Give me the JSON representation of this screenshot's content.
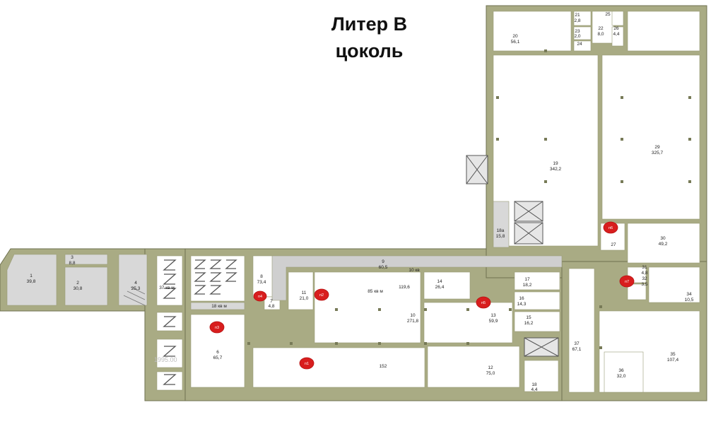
{
  "title": {
    "line1": "Литер В",
    "line2": "цоколь"
  },
  "rooms": [
    {
      "id": "r1",
      "num": "1",
      "area": "39,8"
    },
    {
      "id": "r2",
      "num": "2",
      "area": "30,8"
    },
    {
      "id": "r3",
      "num": "3",
      "area": "8,8"
    },
    {
      "id": "r4",
      "num": "4",
      "area": "25,3"
    },
    {
      "id": "r6",
      "num": "6",
      "area": "65,7"
    },
    {
      "id": "r7",
      "num": "7",
      "area": "4,8"
    },
    {
      "id": "r8",
      "num": "8",
      "area": "73,4"
    },
    {
      "id": "r9",
      "num": "9",
      "area": "60,5"
    },
    {
      "id": "r10",
      "num": "10",
      "area": "271,8"
    },
    {
      "id": "r11",
      "num": "11",
      "area": "21,0"
    },
    {
      "id": "r12",
      "num": "12",
      "area": "75,0"
    },
    {
      "id": "r13",
      "num": "13",
      "area": "59,9"
    },
    {
      "id": "r14",
      "num": "14",
      "area": "26,4"
    },
    {
      "id": "r15",
      "num": "15",
      "area": "16,2"
    },
    {
      "id": "r16",
      "num": "16",
      "area": "14,3"
    },
    {
      "id": "r17",
      "num": "17",
      "area": "18,2"
    },
    {
      "id": "r18",
      "num": "18",
      "area": "4,4"
    },
    {
      "id": "r18a",
      "num": "18а",
      "area": "15,8"
    },
    {
      "id": "r19",
      "num": "19",
      "area": "342,2"
    },
    {
      "id": "r20",
      "num": "20",
      "area": "56,1"
    },
    {
      "id": "r21",
      "num": "21",
      "area": "2,8"
    },
    {
      "id": "r22",
      "num": "22",
      "area": "8,0"
    },
    {
      "id": "r23",
      "num": "23",
      "area": "2,0"
    },
    {
      "id": "r24",
      "num": "24",
      "area": ""
    },
    {
      "id": "r25",
      "num": "25",
      "area": ""
    },
    {
      "id": "r26",
      "num": "26",
      "area": "4,4"
    },
    {
      "id": "r27",
      "num": "27",
      "area": ""
    },
    {
      "id": "r29",
      "num": "29",
      "area": "325,7"
    },
    {
      "id": "r30",
      "num": "30",
      "area": "49,2"
    },
    {
      "id": "r31",
      "num": "31",
      "area": "4,8"
    },
    {
      "id": "r32",
      "num": "32",
      "area": "3,5"
    },
    {
      "id": "r34",
      "num": "34",
      "area": "10,5"
    },
    {
      "id": "r35",
      "num": "35",
      "area": "107,4"
    },
    {
      "id": "r36",
      "num": "36",
      "area": "32,0"
    },
    {
      "id": "r37",
      "num": "37",
      "area": "67,1"
    }
  ],
  "notes": {
    "area_85": "85 кв м",
    "area_119": "119,6",
    "area_152": "152",
    "area_37": "37 кв м",
    "area_18": "18 кв м",
    "area_10": "10 кв"
  },
  "markers": [
    {
      "id": "p1",
      "label": "п1"
    },
    {
      "id": "p2",
      "label": "п2"
    },
    {
      "id": "p3",
      "label": "п3"
    },
    {
      "id": "p4",
      "label": "п4"
    },
    {
      "id": "p5",
      "label": "п5"
    },
    {
      "id": "p6",
      "label": "п6"
    },
    {
      "id": "p7",
      "label": "п7"
    }
  ],
  "watermark": "1995.00"
}
